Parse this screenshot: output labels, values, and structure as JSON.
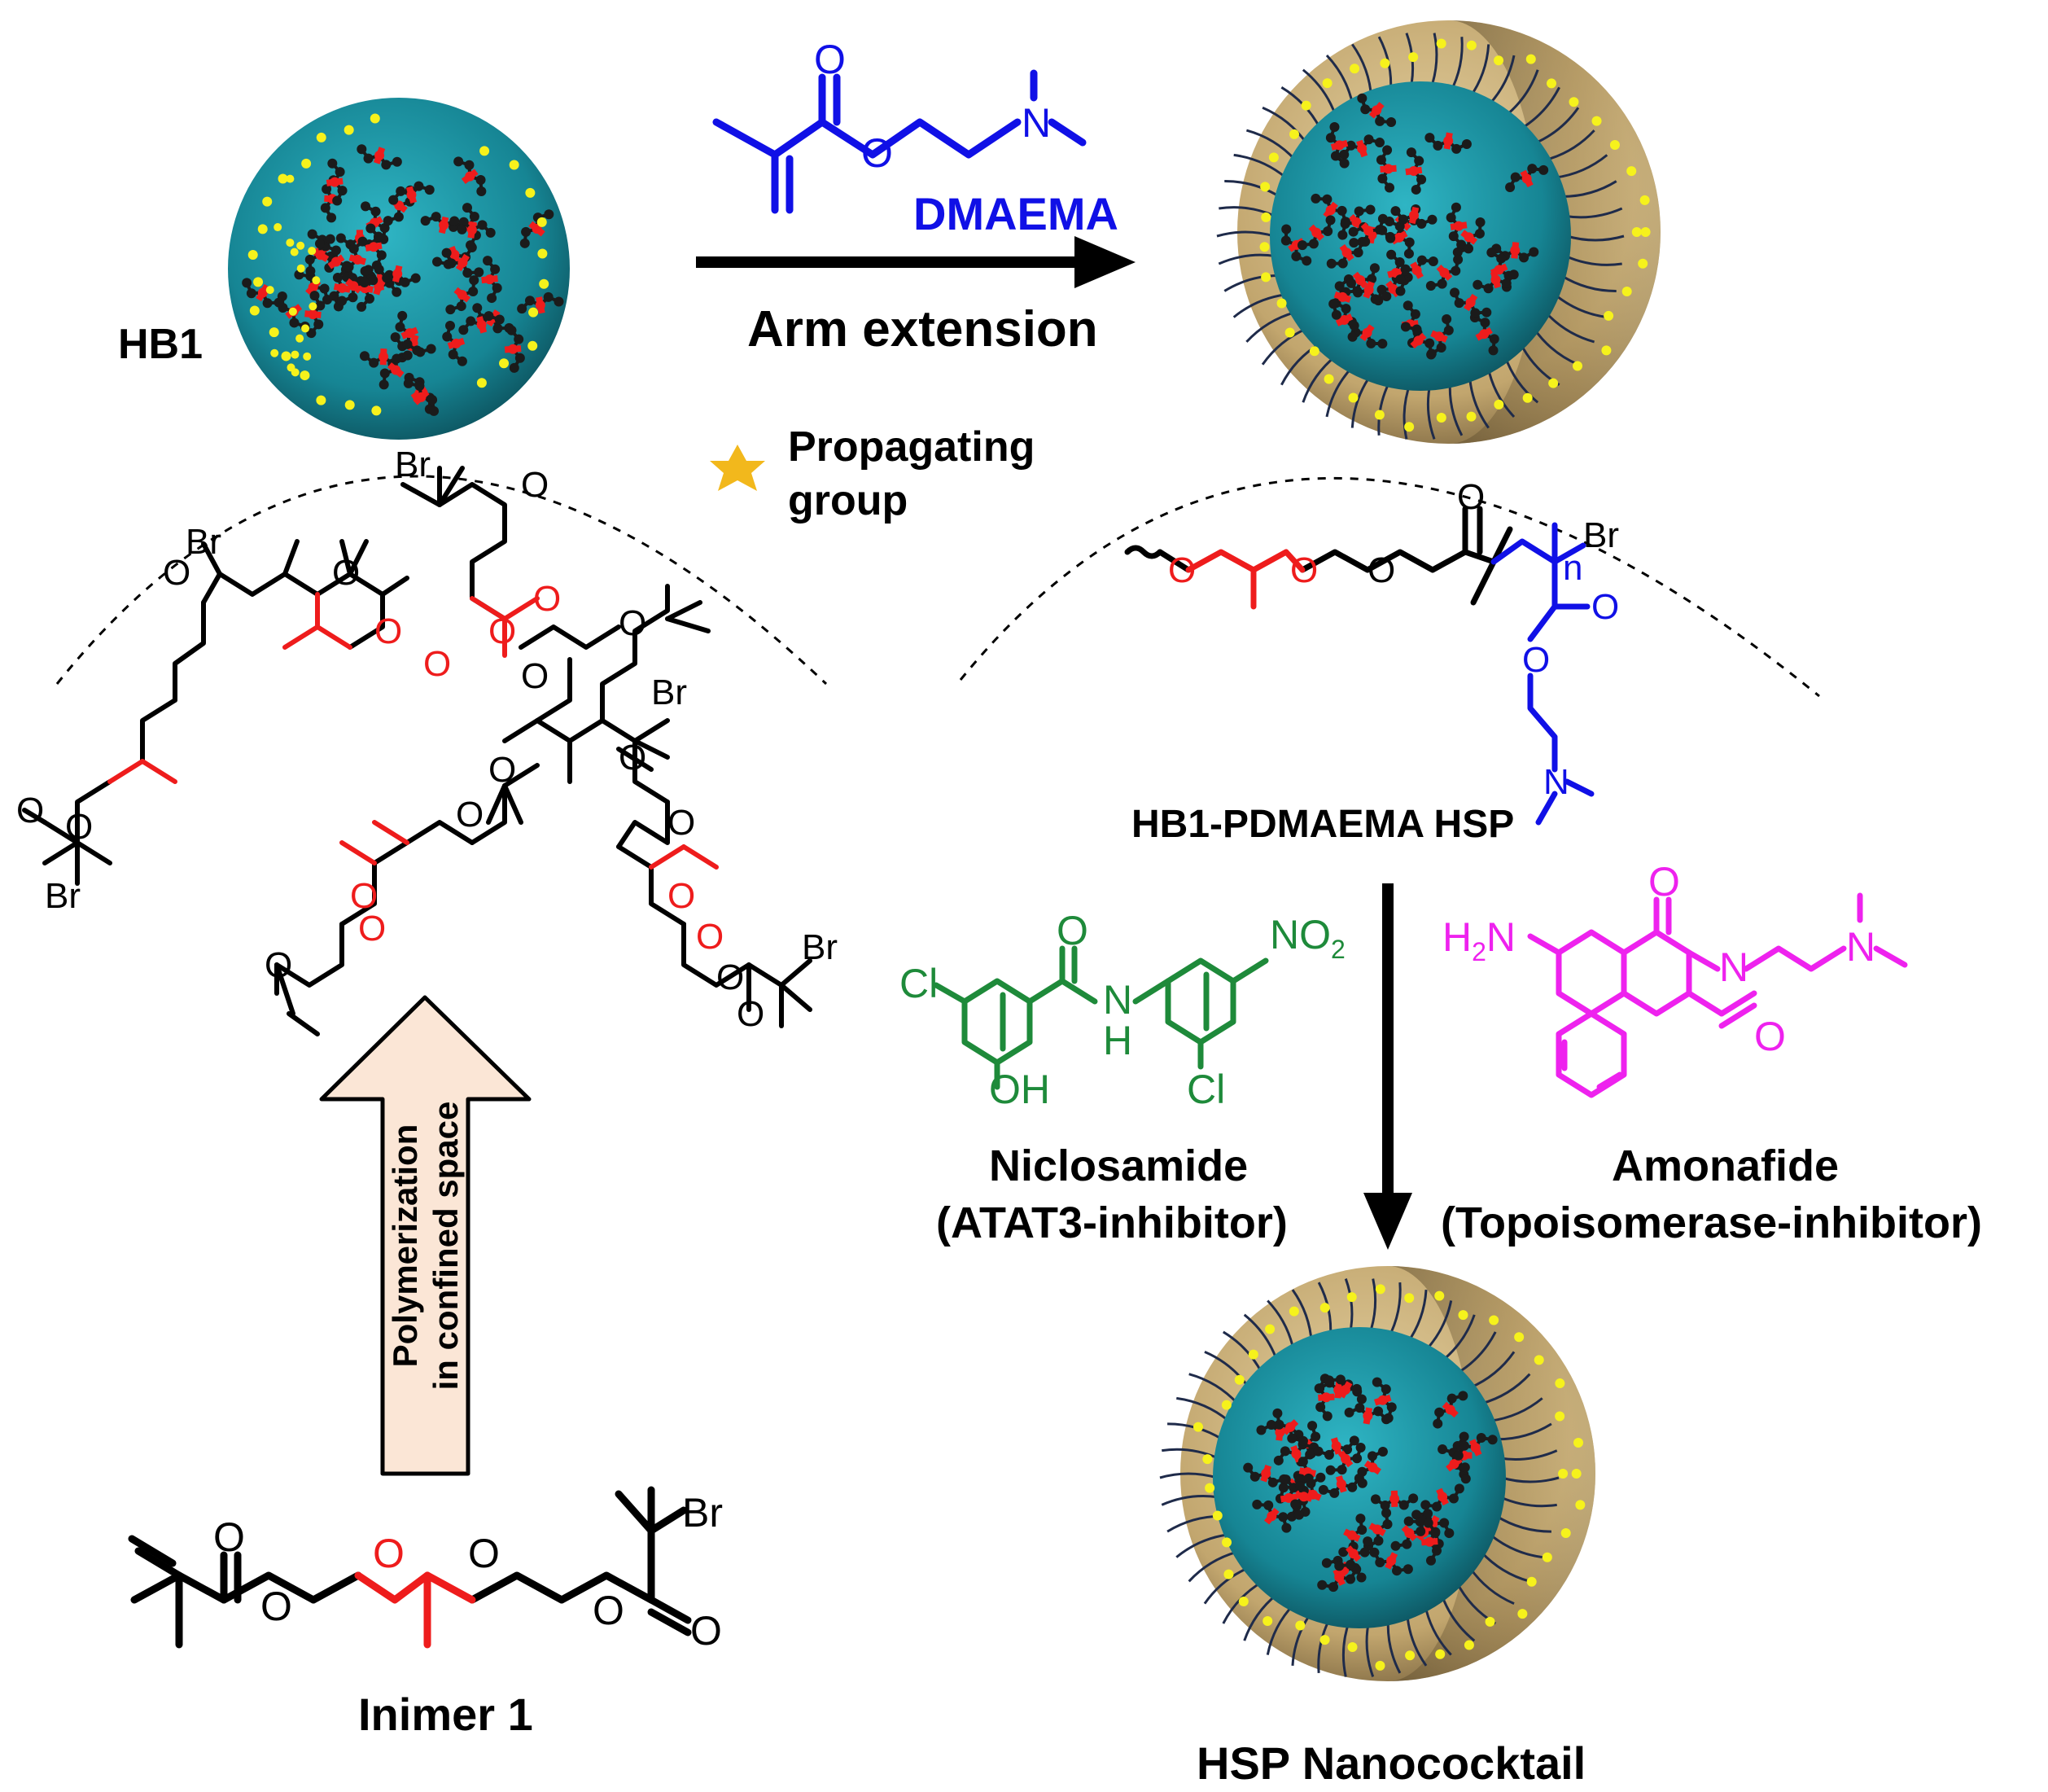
{
  "labels": {
    "hb1": "HB1",
    "dmaema": "DMAEMA",
    "arm_extension": "Arm extension",
    "propagating_line1": "Propagating",
    "propagating_line2": "group",
    "hsp_polymer": "HB1-PDMAEMA HSP",
    "polymerization_line1": "Polymerization",
    "polymerization_line2": "in confined space",
    "inimer": "Inimer 1",
    "niclosamide": "Niclosamide",
    "niclosamide_role": "(ATAT3-inhibitor)",
    "amonafide": "Amonafide",
    "amonafide_role": "(Topoisomerase-inhibitor)",
    "nanococktail": "HSP Nanococktail"
  },
  "atoms": {
    "br": "Br",
    "o": "O",
    "n": "N",
    "cl": "Cl",
    "oh": "OH",
    "nh_n": "N",
    "nh_h": "H",
    "no2": "NO",
    "no2_sub": "2",
    "h2n": "H",
    "h2n_sub": "2",
    "h2n_n": "N",
    "n_sub": "n"
  },
  "colors": {
    "black": "#000000",
    "red": "#ee1c1c",
    "blue": "#1010e6",
    "green": "#1e8a3a",
    "magenta": "#ee22ee",
    "teal": "#1a8ea0",
    "gold": "#c9b07a",
    "yellow_dot": "#f6f21c",
    "star": "#f2b81c",
    "arrow_fill": "#fbe6d6"
  }
}
